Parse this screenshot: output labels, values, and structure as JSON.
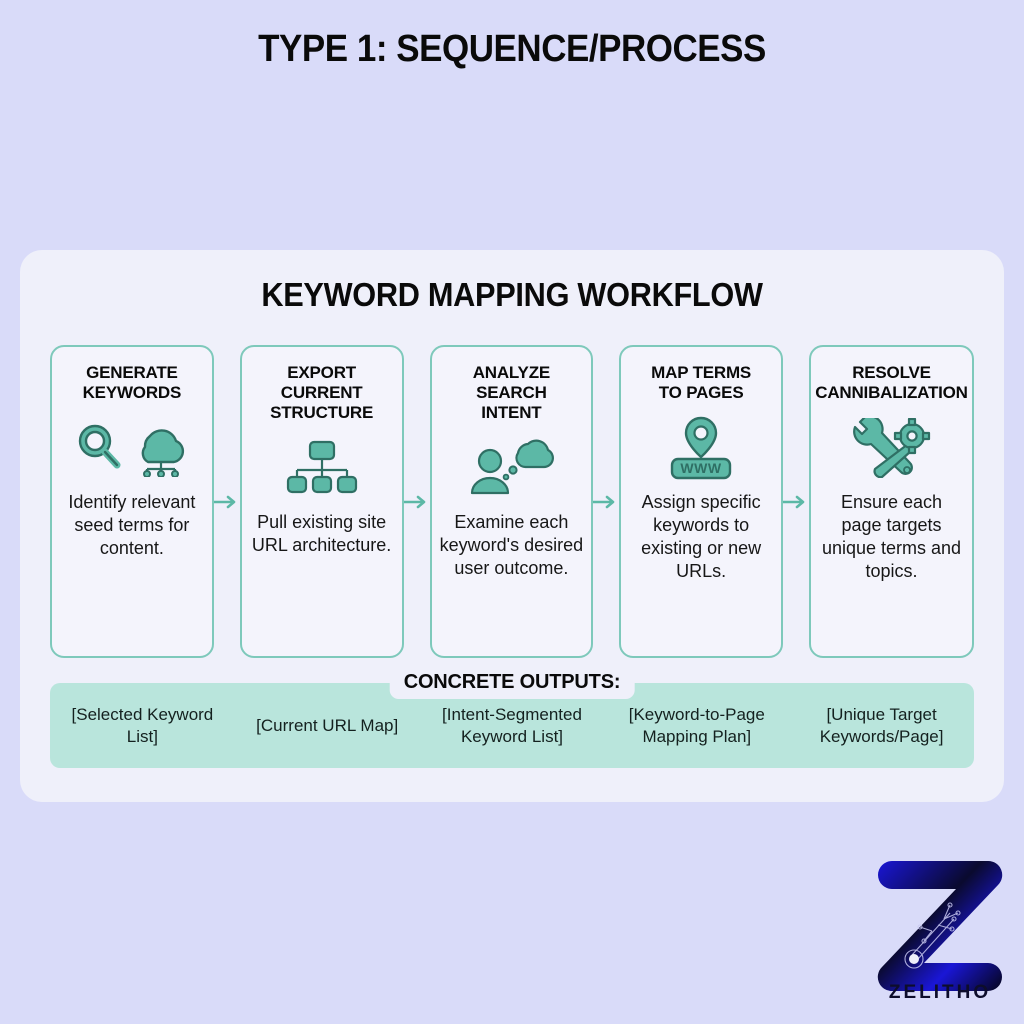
{
  "top_title": "TYPE 1: SEQUENCE/PROCESS",
  "panel": {
    "title": "KEYWORD MAPPING WORKFLOW",
    "outputs_label": "CONCRETE OUTPUTS:"
  },
  "colors": {
    "background": "#d9dbf9",
    "panel": "#eff0fa",
    "card_background": "#f4f4fc",
    "card_border": "#7ec9bb",
    "accent_teal": "#5cb8a6",
    "icon_stroke": "#2f6f64",
    "outputs_band": "#b9e5dc",
    "text": "#0a0a0a",
    "logo_blue": "#1a16d6",
    "logo_dark": "#0a0a2e"
  },
  "steps": [
    {
      "title": "GENERATE KEYWORDS",
      "title_lines": [
        "GENERATE",
        "KEYWORDS"
      ],
      "icon": "magnifier-cloud-network-icon",
      "description": "Identify relevant seed terms for content.",
      "output": "[Selected Keyword List]"
    },
    {
      "title": "EXPORT CURRENT STRUCTURE",
      "title_lines": [
        "EXPORT",
        "CURRENT",
        "STRUCTURE"
      ],
      "icon": "sitemap-hierarchy-icon",
      "description": "Pull existing site URL architecture.",
      "output": "[Current URL Map]"
    },
    {
      "title": "ANALYZE SEARCH INTENT",
      "title_lines": [
        "ANALYZE",
        "SEARCH",
        "INTENT"
      ],
      "icon": "person-thought-bubble-icon",
      "description": "Examine each keyword's desired user outcome.",
      "output": "[Intent-Segmented Keyword List]"
    },
    {
      "title": "MAP TERMS TO PAGES",
      "title_lines": [
        "MAP TERMS",
        "TO PAGES"
      ],
      "icon": "map-pin-www-icon",
      "description": "Assign specific keywords to existing or new URLs.",
      "output": "[Keyword-to-Page Mapping Plan]"
    },
    {
      "title": "RESOLVE CANNIBALIZATION",
      "title_lines": [
        "RESOLVE",
        "CANNIBALIZATION"
      ],
      "icon": "wrench-screwdriver-gear-icon",
      "description": "Ensure each page targets unique terms and topics.",
      "output": "[Unique Target Keywords/Page]"
    }
  ],
  "logo": {
    "wordmark": "ZELITHO",
    "glyph": "Z"
  }
}
